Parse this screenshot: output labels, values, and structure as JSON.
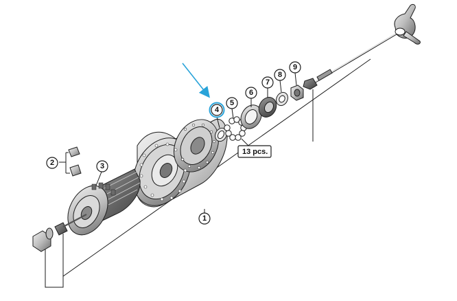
{
  "diagram": {
    "callouts": [
      {
        "id": "1",
        "label": "1"
      },
      {
        "id": "2",
        "label": "2"
      },
      {
        "id": "3",
        "label": "3"
      },
      {
        "id": "4",
        "label": "4"
      },
      {
        "id": "5",
        "label": "5"
      },
      {
        "id": "6",
        "label": "6"
      },
      {
        "id": "7",
        "label": "7"
      },
      {
        "id": "8",
        "label": "8"
      },
      {
        "id": "9",
        "label": "9"
      }
    ],
    "quantity_note": "13 pcs.",
    "highlight_callout": "4",
    "colors": {
      "highlight": "#29a3d9",
      "line": "#1a1a1a",
      "metal_light": "#dcdcdc",
      "metal_mid": "#a9a9a9",
      "metal_dark": "#555555"
    }
  }
}
